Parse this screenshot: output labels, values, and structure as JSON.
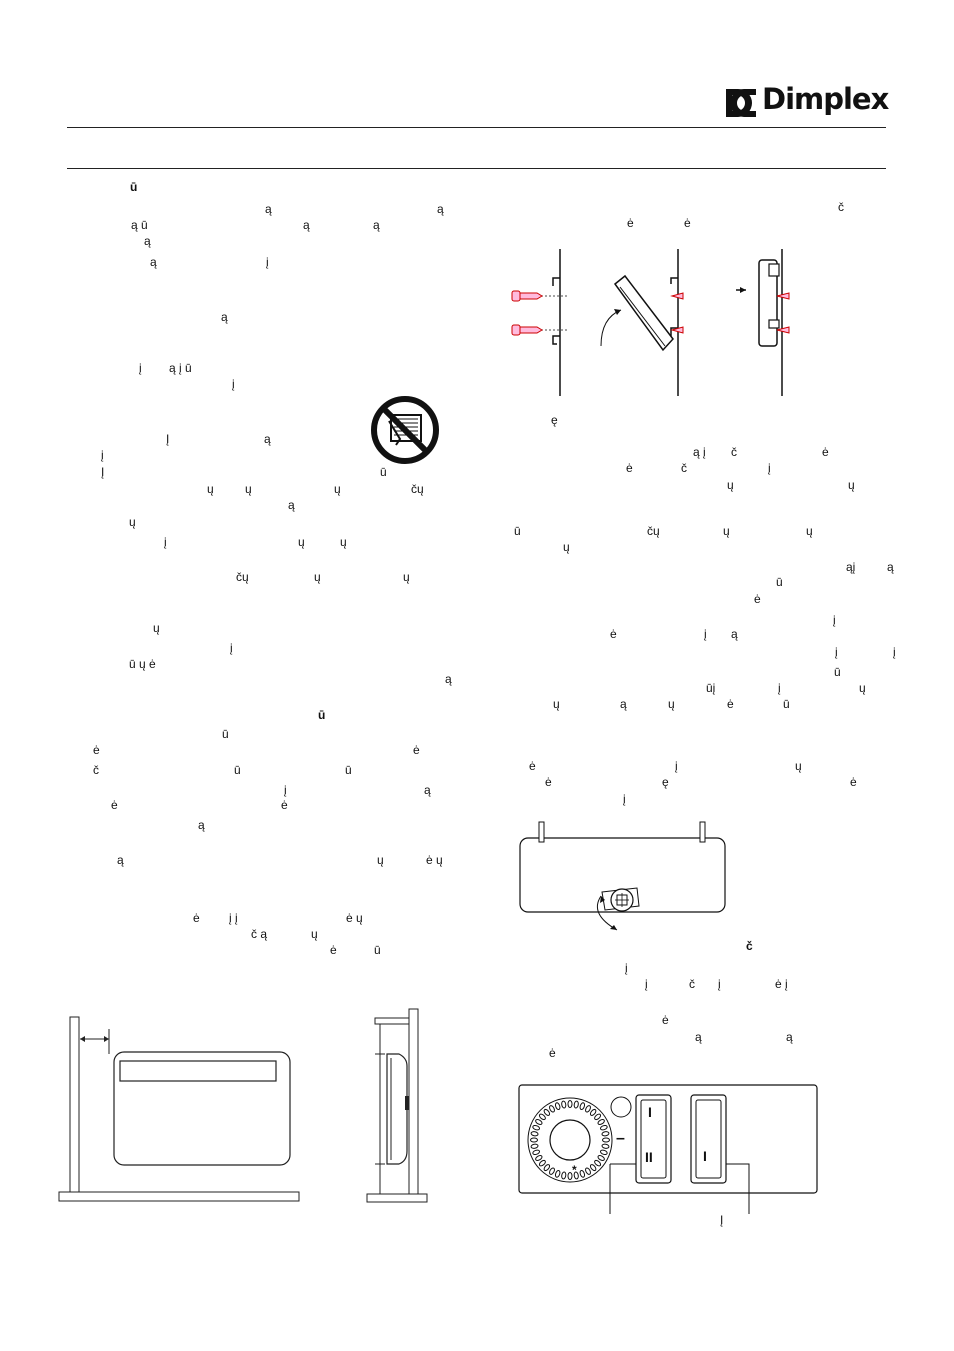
{
  "header": {
    "brand": "Dimplex"
  },
  "glyphs": {
    "u_macron": "ū",
    "a_ogonek": "ą",
    "i_ogonek": "į",
    "e_dot": "ė",
    "c_caron": "č",
    "u_ogonek": "ų",
    "e_ogonek": "ę",
    "ai": "ąį",
    "cu": "čų",
    "ui": "ūį",
    "uu_e": "ū ų  ė",
    "ii": "į į",
    "eu": "ė ų",
    "ca": "č ą",
    "ei": "ė į",
    "a_i": "ą  į  ū",
    "a_u": "ą  ū",
    "a_i2": "ą  į",
    "i_cap": "Į"
  },
  "switch_labels": {
    "one": "I",
    "two": "II",
    "minus": "–",
    "star": "*"
  }
}
